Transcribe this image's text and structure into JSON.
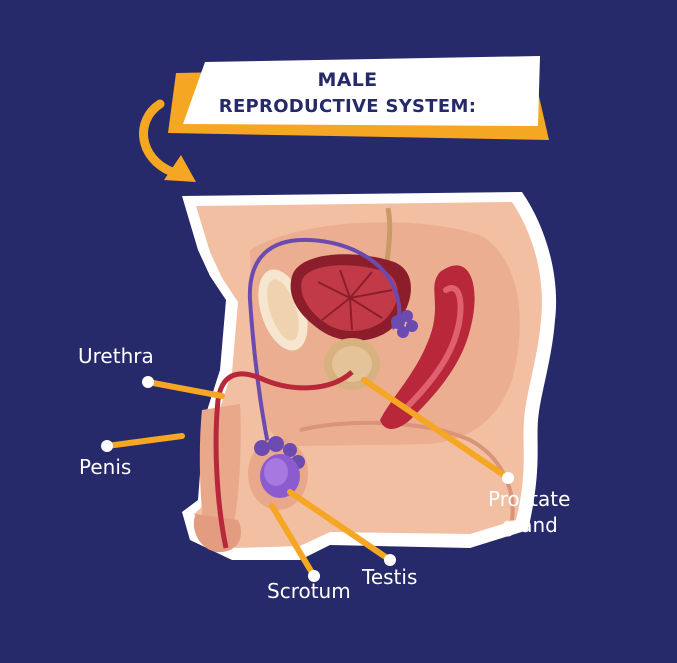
{
  "title": {
    "line1": "MALE",
    "line2": "REPRODUCTIVE SYSTEM:"
  },
  "labels": {
    "urethra": "Urethra",
    "penis": "Penis",
    "prostate_line1": "Prostate",
    "prostate_line2": "gland",
    "testis": "Testis",
    "scrotum": "Scrotum"
  },
  "colors": {
    "background": "#26296a",
    "accent": "#f5a623",
    "skin": "#f2bfa3",
    "muscle": "#b8283a",
    "vas_deferens": "#6c4bb0",
    "testis": "#8a5cd0",
    "prostate": "#d8b180"
  }
}
